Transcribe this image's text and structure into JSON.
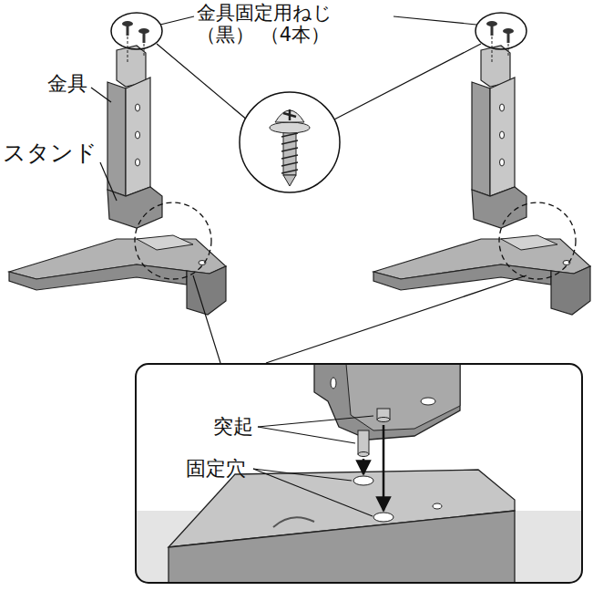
{
  "diagram": {
    "labels": [
      "金具固定用ねじ（黒） （4本）",
      "金具",
      "スタンド",
      "突起",
      "固定穴"
    ]
  }
}
